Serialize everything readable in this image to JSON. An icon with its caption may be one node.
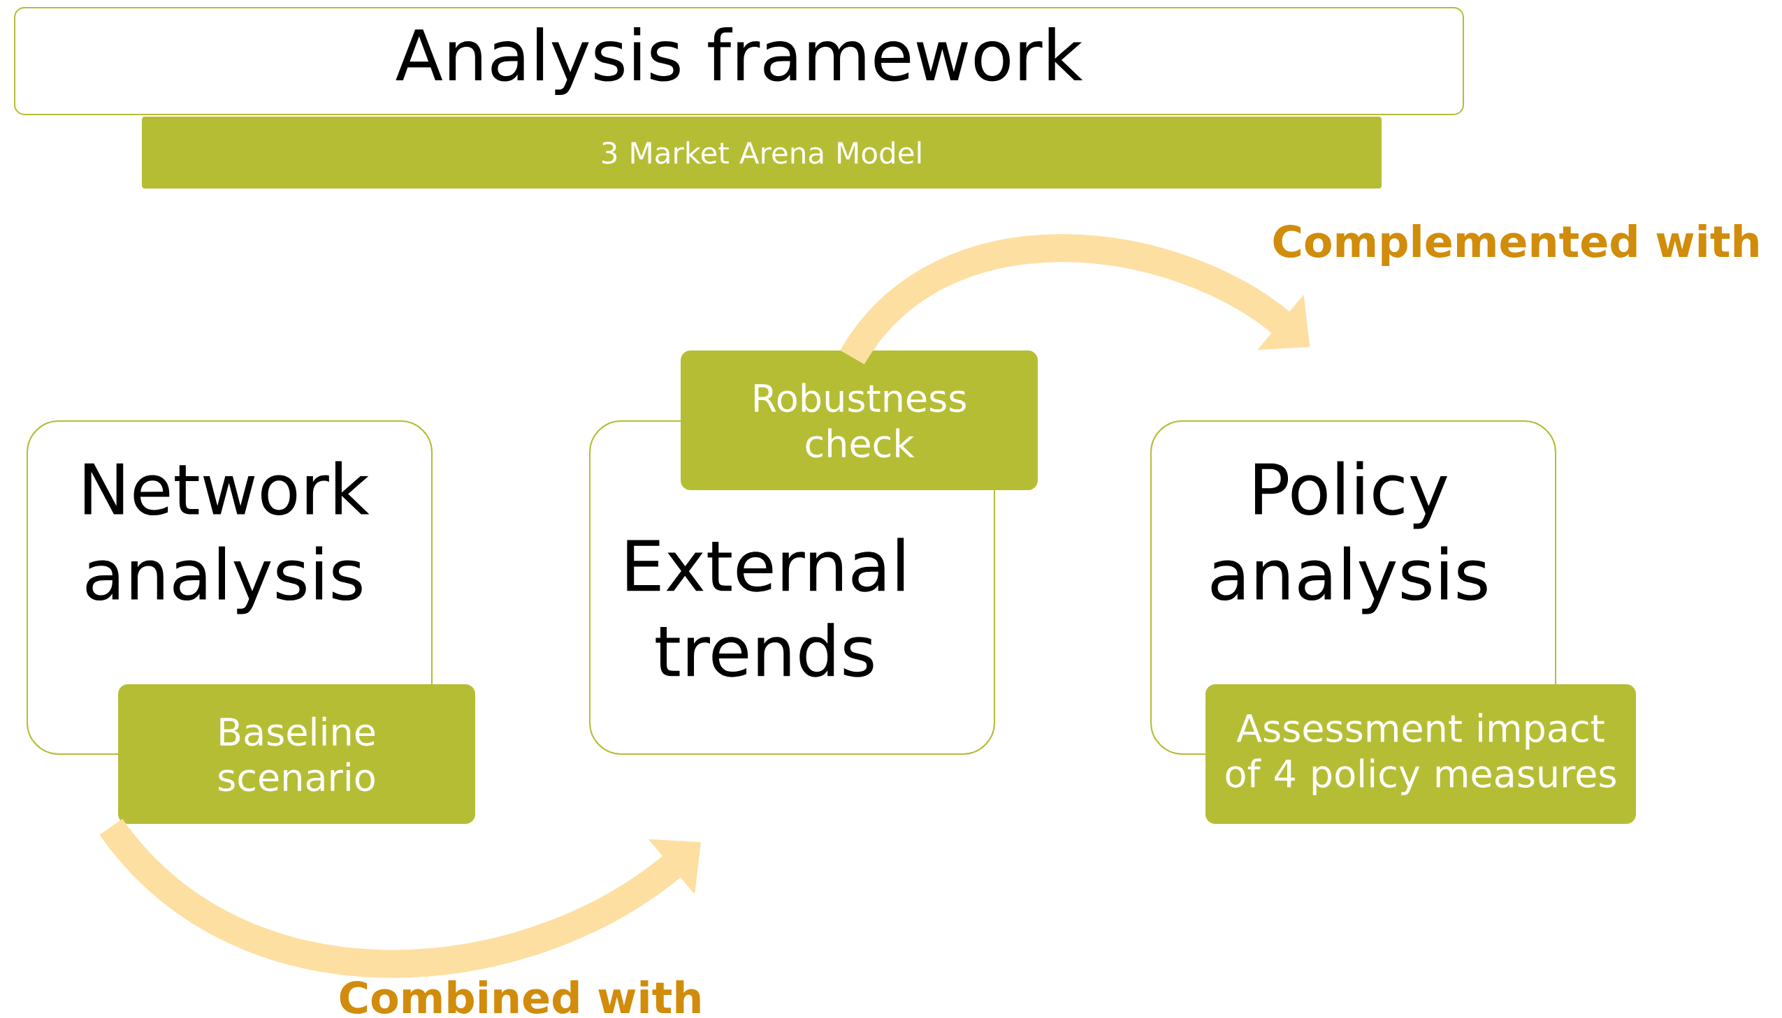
{
  "diagram": {
    "nodes": [
      {
        "text": [
          "Analysis framework"
        ]
      },
      {
        "text": [
          "3 Market Arena Model"
        ]
      },
      {
        "text": [
          "Network analysis"
        ]
      },
      {
        "text": [
          "Baseline scenario"
        ]
      },
      {
        "text": [
          "External trends"
        ]
      },
      {
        "text": [
          "Robustness check"
        ]
      },
      {
        "text": [
          "Policy analysis"
        ]
      },
      {
        "text": [
          "Assessment impact of 4 policy measures"
        ]
      }
    ],
    "edges": [
      {
        "from": 3,
        "to": 4,
        "arrow": "to",
        "label": "Combined with"
      },
      {
        "from": 5,
        "to": 6,
        "arrow": "to",
        "label": "Complemented with"
      }
    ]
  }
}
